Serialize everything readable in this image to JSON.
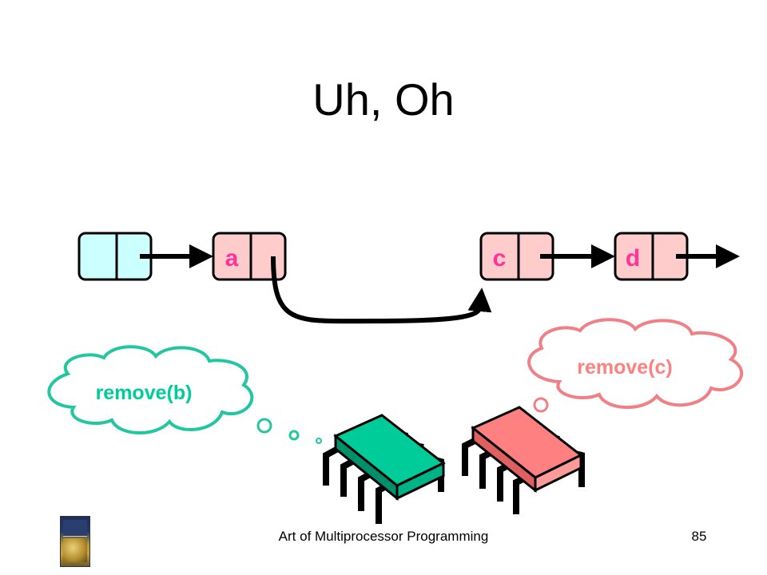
{
  "slide": {
    "title": "Uh, Oh",
    "footer": "Art of Multiprocessor Programming",
    "page_number": "85"
  },
  "list": {
    "nodes": [
      {
        "label": "",
        "role": "head-sentinel",
        "fill": "#ccffff"
      },
      {
        "label": "a",
        "fill": "#ffcccc"
      },
      {
        "label": "c",
        "fill": "#ffcccc"
      },
      {
        "label": "d",
        "fill": "#ffcccc"
      }
    ]
  },
  "threads": [
    {
      "thought": "remove(b)",
      "color": "#00cc99",
      "cloud_stroke": "#22c7a0"
    },
    {
      "thought": "remove(c)",
      "color": "#ff8080",
      "cloud_stroke": "#f07f86"
    }
  ],
  "colors": {
    "node_label": "#ff3399",
    "arrow": "#000000",
    "green_chip": "#00cc99",
    "red_chip": "#ff8080"
  },
  "icons": [
    "book-cover-icon",
    "thread-chip-icon"
  ]
}
